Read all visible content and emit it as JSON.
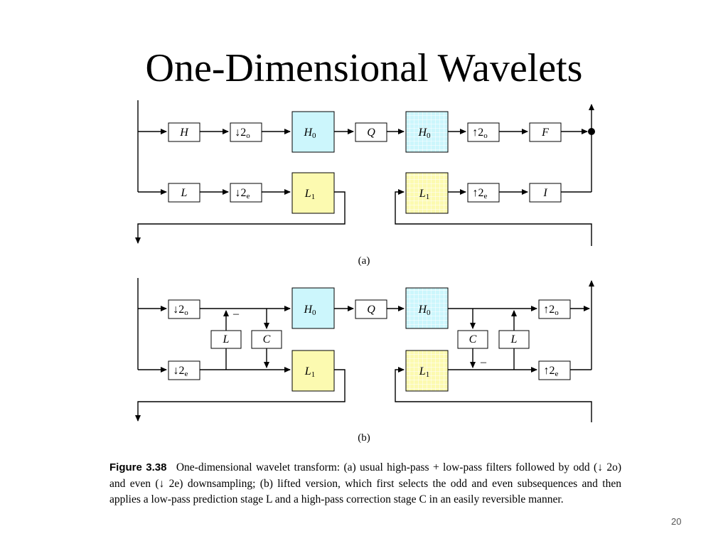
{
  "slide": {
    "title": "One-Dimensional Wavelets",
    "page_number": "20"
  },
  "diagram_a": {
    "panel_label": "(a)",
    "top_row": {
      "h": "H",
      "down": "↓2",
      "down_sub": "o",
      "h0_left": "H",
      "h0_left_sub": "0",
      "q": "Q",
      "h0_right": "H",
      "h0_right_sub": "0",
      "up": "↑2",
      "up_sub": "o",
      "f": "F"
    },
    "bottom_row": {
      "l": "L",
      "down": "↓2",
      "down_sub": "e",
      "l1_left": "L",
      "l1_left_sub": "1",
      "l1_right": "L",
      "l1_right_sub": "1",
      "up": "↑2",
      "up_sub": "e",
      "i": "I"
    }
  },
  "diagram_b": {
    "panel_label": "(b)",
    "top_row": {
      "down": "↓2",
      "down_sub": "o",
      "minus_left": "–",
      "h0_left": "H",
      "h0_left_sub": "0",
      "q": "Q",
      "h0_right": "H",
      "h0_right_sub": "0",
      "up": "↑2",
      "up_sub": "o"
    },
    "middle_row": {
      "l_left": "L",
      "c_left": "C",
      "c_right": "C",
      "l_right": "L"
    },
    "bottom_row": {
      "down": "↓2",
      "down_sub": "e",
      "l1_left": "L",
      "l1_left_sub": "1",
      "minus_right": "–",
      "l1_right": "L",
      "l1_right_sub": "1",
      "up": "↑2",
      "up_sub": "e"
    }
  },
  "caption": {
    "figure_label": "Figure",
    "figure_number": "3.38",
    "text": "One-dimensional wavelet transform: (a) usual high-pass + low-pass filters followed by odd (↓ 2o) and even (↓ 2e) downsampling; (b) lifted version, which first selects the odd and even subsequences and then applies a low-pass prediction stage L and a high-pass correction stage C in an easily reversible manner."
  },
  "colors": {
    "highpass_box": "#ccf6fc",
    "lowpass_box": "#fcfab0",
    "line": "#000000"
  }
}
